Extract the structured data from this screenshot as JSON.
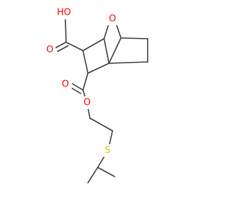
{
  "molecule": {
    "atom_labels": {
      "hydroxyl": "HO",
      "bridge_oxygen": "O",
      "acid_carbonyl_oxygen": "O",
      "ester_carbonyl_oxygen": "O",
      "ester_oxygen": "O",
      "sulfur": "S"
    },
    "colors": {
      "bond": "#3c3c3c",
      "oxygen": "#ff0000",
      "sulfur": "#cccc00"
    }
  }
}
